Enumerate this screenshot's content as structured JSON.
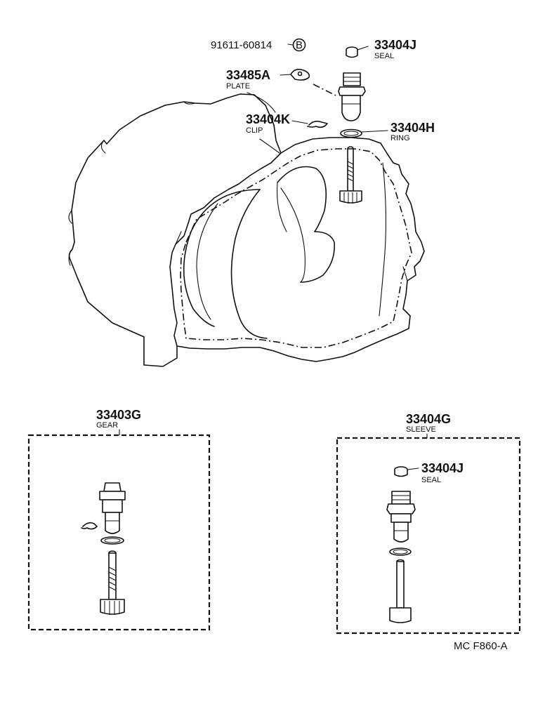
{
  "diagram": {
    "drawing_code": "MC F860-A",
    "callouts": {
      "bolt": {
        "number": "91611-60814",
        "badge": "B"
      },
      "seal_top": {
        "number": "33404J",
        "caption": "SEAL"
      },
      "plate": {
        "number": "33485A",
        "caption": "PLATE"
      },
      "clip": {
        "number": "33404K",
        "caption": "CLIP"
      },
      "ring": {
        "number": "33404H",
        "caption": "RING"
      },
      "gear": {
        "number": "33403G",
        "caption": "GEAR"
      },
      "sleeve": {
        "number": "33404G",
        "caption": "SLEEVE"
      },
      "seal_box": {
        "number": "33404J",
        "caption": "SEAL"
      }
    }
  }
}
